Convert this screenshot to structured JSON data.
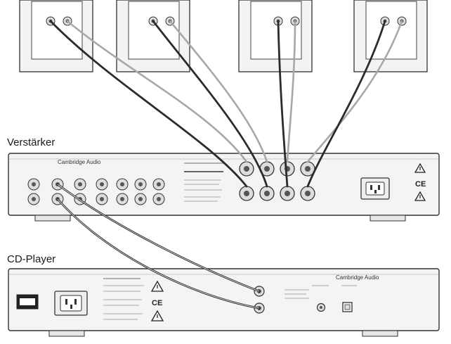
{
  "labels": {
    "amplifier": "Verstärker",
    "cd_player": "CD-Player"
  },
  "branding": {
    "amp_brand": "Cambridge Audio",
    "cd_brand": "Cambridge Audio"
  },
  "marks": {
    "ce": "CE"
  },
  "colors": {
    "cable_dark": "#2b2b2b",
    "cable_light": "#a8a8a8",
    "panel_fill": "#f4f4f4",
    "outline": "#333333"
  },
  "icons": [
    "warning-triangle-icon",
    "power-socket-icon",
    "rca-jack-icon",
    "optical-port-icon",
    "usb-port-icon"
  ]
}
